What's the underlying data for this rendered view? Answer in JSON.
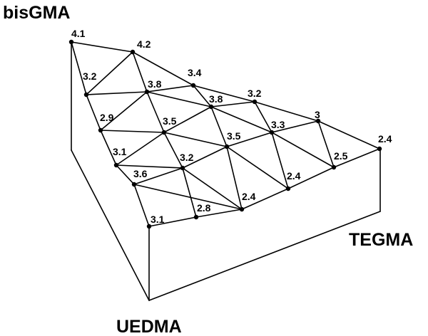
{
  "corners": {
    "top": "bisGMA",
    "right": "TEGMA",
    "bottom": "UEDMA"
  },
  "points": [
    {
      "id": "p1",
      "value": "4.1"
    },
    {
      "id": "p2",
      "value": "4.2"
    },
    {
      "id": "p3",
      "value": "3.2"
    },
    {
      "id": "p4",
      "value": "3.8"
    },
    {
      "id": "p5",
      "value": "3.4"
    },
    {
      "id": "p6",
      "value": "2.9"
    },
    {
      "id": "p7",
      "value": "3.5"
    },
    {
      "id": "p8",
      "value": "3.8"
    },
    {
      "id": "p9",
      "value": "3.2"
    },
    {
      "id": "p10",
      "value": "3.1"
    },
    {
      "id": "p11",
      "value": "3.2"
    },
    {
      "id": "p12",
      "value": "3.5"
    },
    {
      "id": "p13",
      "value": "3.3"
    },
    {
      "id": "p14",
      "value": "3"
    },
    {
      "id": "p15",
      "value": "3.6"
    },
    {
      "id": "p16",
      "value": "2.4"
    },
    {
      "id": "p17",
      "value": "2.4"
    },
    {
      "id": "p18",
      "value": "2.5"
    },
    {
      "id": "p19",
      "value": "2.4"
    },
    {
      "id": "p20",
      "value": "3.1"
    },
    {
      "id": "p21",
      "value": "2.8"
    }
  ]
}
